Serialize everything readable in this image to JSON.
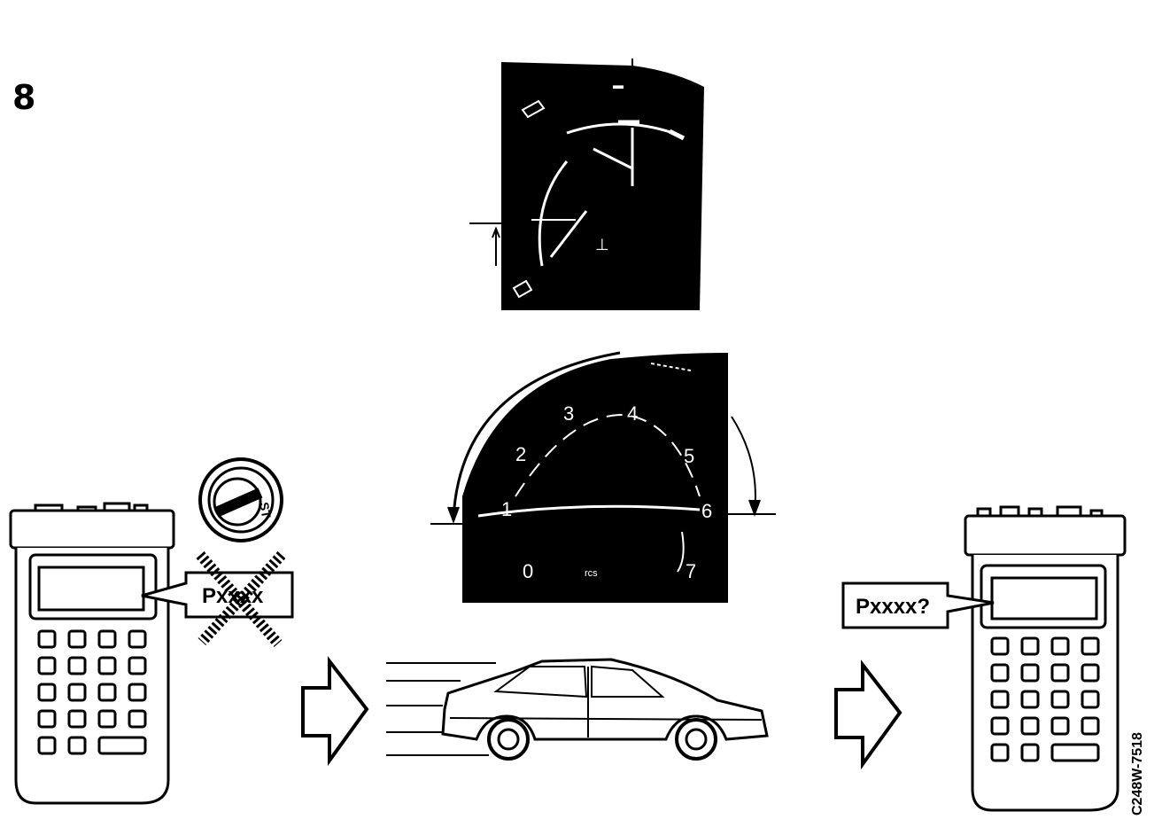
{
  "step": {
    "number": "8"
  },
  "figure_code": "C248W-7518",
  "tester_left": {
    "display_message": "Pxxxx",
    "crossed_out": true
  },
  "tester_right": {
    "display_message": "Pxxxx?"
  },
  "ignition_switch": {
    "label": "ST"
  },
  "tachometer": {
    "ticks": [
      "0",
      "1",
      "2",
      "3",
      "4",
      "5",
      "6",
      "7"
    ],
    "unit_label": "rcs"
  },
  "colors": {
    "ink": "#000000",
    "paper": "#ffffff"
  }
}
